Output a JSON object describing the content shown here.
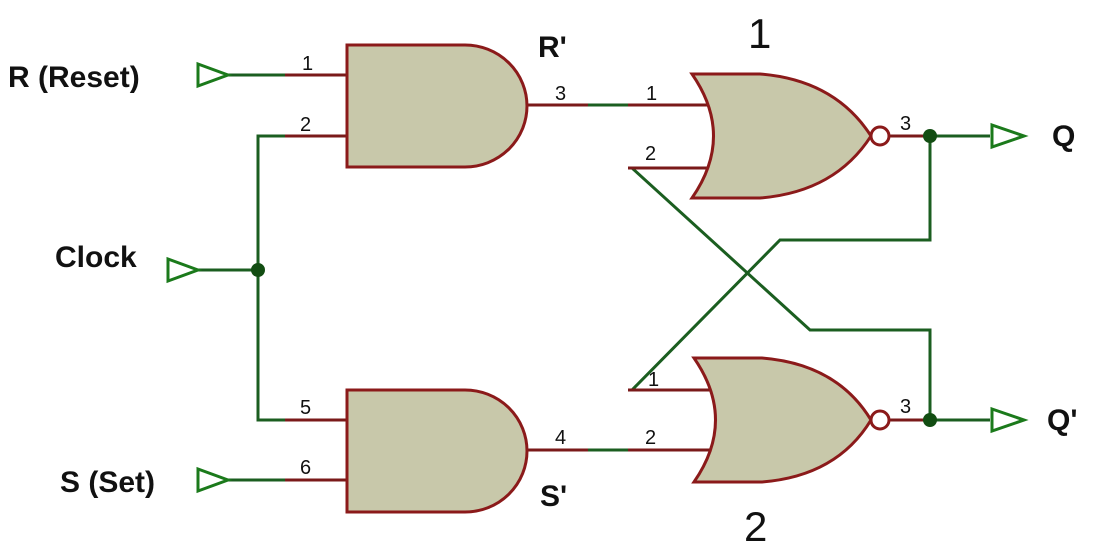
{
  "inputs": {
    "reset": "R (Reset)",
    "clock": "Clock",
    "set": "S (Set)"
  },
  "outputs": {
    "q": "Q",
    "q_bar": "Q'"
  },
  "signals": {
    "r_prime": "R'",
    "s_prime": "S'"
  },
  "gate_numbers": {
    "nor_top": "1",
    "nor_bottom": "2"
  },
  "pins": {
    "and_top_in1": "1",
    "and_top_in2": "2",
    "and_top_out": "3",
    "nor_top_in1": "1",
    "nor_top_in2": "2",
    "nor_top_out": "3",
    "and_bottom_in1": "5",
    "and_bottom_in2": "6",
    "and_bottom_out": "4",
    "nor_bottom_in1": "1",
    "nor_bottom_in2": "2",
    "nor_bottom_out": "3"
  },
  "colors": {
    "wire": "#1b5e20",
    "pin_wire": "#7a1a1a",
    "gate_fill": "#c8c8aa",
    "gate_outline": "#8b1a1a"
  }
}
